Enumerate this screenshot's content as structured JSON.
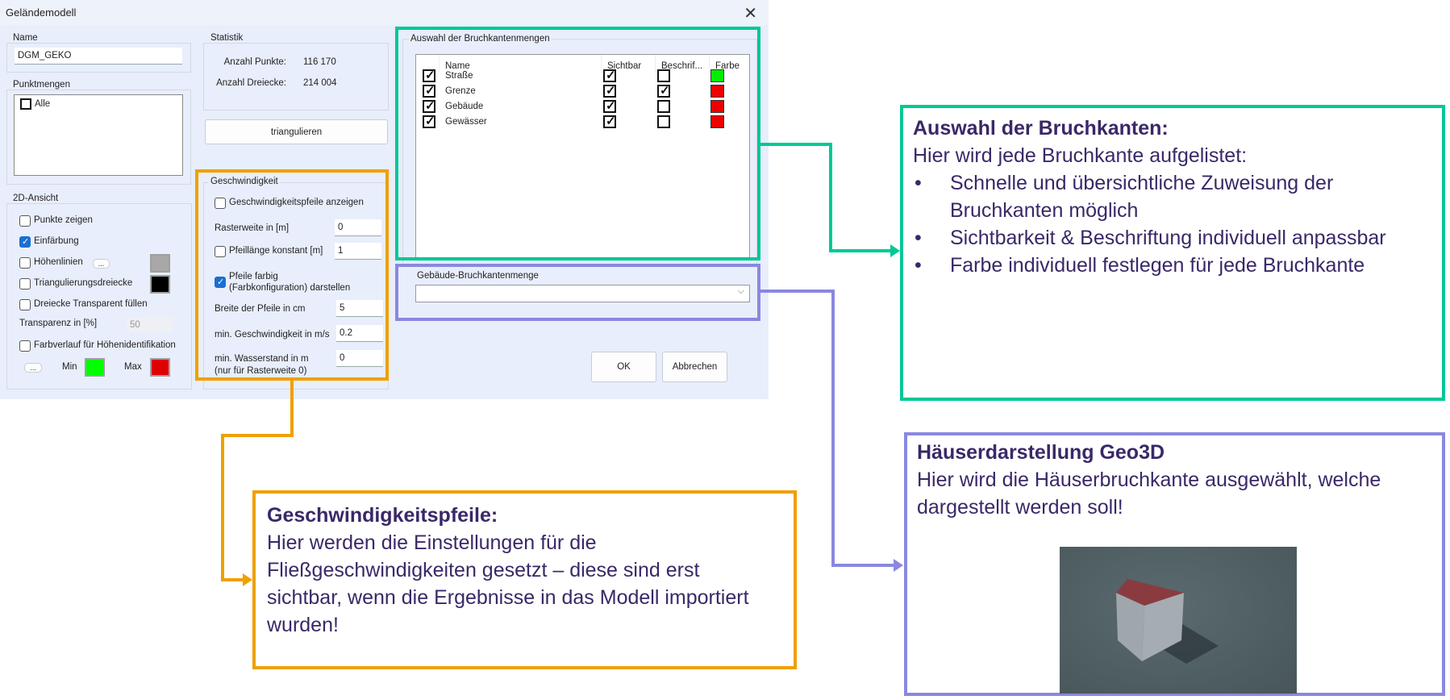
{
  "dialog": {
    "title": "Geländemodell",
    "name_group": {
      "label": "Name",
      "value": "DGM_GEKO"
    },
    "punktmengen": {
      "label": "Punktmengen",
      "items": [
        {
          "label": "Alle",
          "checked": false
        }
      ]
    },
    "ansicht": {
      "label": "2D-Ansicht",
      "punkte": {
        "label": "Punkte zeigen",
        "checked": false
      },
      "einfaerbung": {
        "label": "Einfärbung",
        "checked": true
      },
      "hoehenlinien": {
        "label": "Höhenlinien",
        "checked": false,
        "button": "...",
        "color": "#a8a8a8"
      },
      "triang": {
        "label": "Triangulierungsdreiecke",
        "checked": false,
        "color": "#000000"
      },
      "transparent": {
        "label": "Dreiecke Transparent füllen",
        "checked": false
      },
      "transparenz": {
        "label": "Transparenz in [%]",
        "value": "50"
      },
      "farbverlauf": {
        "label": "Farbverlauf für Höhenidentifikation",
        "checked": false
      },
      "dots_button": "...",
      "min_label": "Min",
      "min_color": "#00ff00",
      "max_label": "Max",
      "max_color": "#e00000"
    },
    "statistik": {
      "label": "Statistik",
      "punkte_label": "Anzahl Punkte:",
      "punkte_value": "116 170",
      "dreiecke_label": "Anzahl Dreiecke:",
      "dreiecke_value": "214 004"
    },
    "triangulieren": "triangulieren",
    "geschw": {
      "label": "Geschwindigkeit",
      "anzeigen": {
        "label": "Geschwindigkeitspfeile anzeigen",
        "checked": false
      },
      "raster": {
        "label": "Rasterweite in [m]",
        "value": "0"
      },
      "pfeillaenge": {
        "label": "Pfeillänge konstant [m]",
        "checked": false,
        "value": "1"
      },
      "farbig": {
        "label1": "Pfeile farbig",
        "label2": "(Farbkonfiguration) darstellen",
        "checked": true
      },
      "breite": {
        "label": "Breite der Pfeile in cm",
        "value": "5"
      },
      "mingeschw": {
        "label": "min. Geschwindigkeit in m/s",
        "value": "0.2"
      },
      "wasser": {
        "label1": "min. Wasserstand in m",
        "label2": "(nur für Rasterweite 0)",
        "value": "0"
      }
    },
    "bruch": {
      "label": "Auswahl der Bruchkantenmengen",
      "headers": [
        "Name",
        "Sichtbar",
        "Beschrif...",
        "Farbe"
      ],
      "rows": [
        {
          "name": "Straße",
          "selected": true,
          "visible": true,
          "label": false,
          "color": "#00ee00"
        },
        {
          "name": "Grenze",
          "selected": true,
          "visible": true,
          "label": true,
          "color": "#ee0000"
        },
        {
          "name": "Gebäude",
          "selected": true,
          "visible": true,
          "label": false,
          "color": "#ee0000"
        },
        {
          "name": "Gewässer",
          "selected": true,
          "visible": true,
          "label": false,
          "color": "#ee0000"
        }
      ]
    },
    "gebaeude": {
      "label": "Gebäude-Bruchkantenmenge",
      "value": ""
    },
    "ok": "OK",
    "cancel": "Abbrechen"
  },
  "annotations": {
    "bruchkanten": {
      "title": "Auswahl der Bruchkanten:",
      "intro": "Hier wird jede Bruchkante aufgelistet:",
      "bullets": [
        "Schnelle und übersichtliche Zuweisung der Bruchkanten möglich",
        "Sichtbarkeit & Beschriftung individuell anpassbar",
        "Farbe individuell festlegen für jede Bruchkante"
      ],
      "color": "#00c896"
    },
    "geschw": {
      "title": "Geschwindigkeitspfeile:",
      "text": "Hier werden die Einstellungen für die Fließgeschwindigkeiten gesetzt – diese sind erst sichtbar, wenn die Ergebnisse in das Modell importiert wurden!",
      "color": "#f0a000"
    },
    "haeuser": {
      "title": "Häuserdarstellung Geo3D",
      "text": "Hier wird die Häuserbruchkante ausgewählt, welche dargestellt werden soll!",
      "color": "#8a88e0"
    }
  }
}
